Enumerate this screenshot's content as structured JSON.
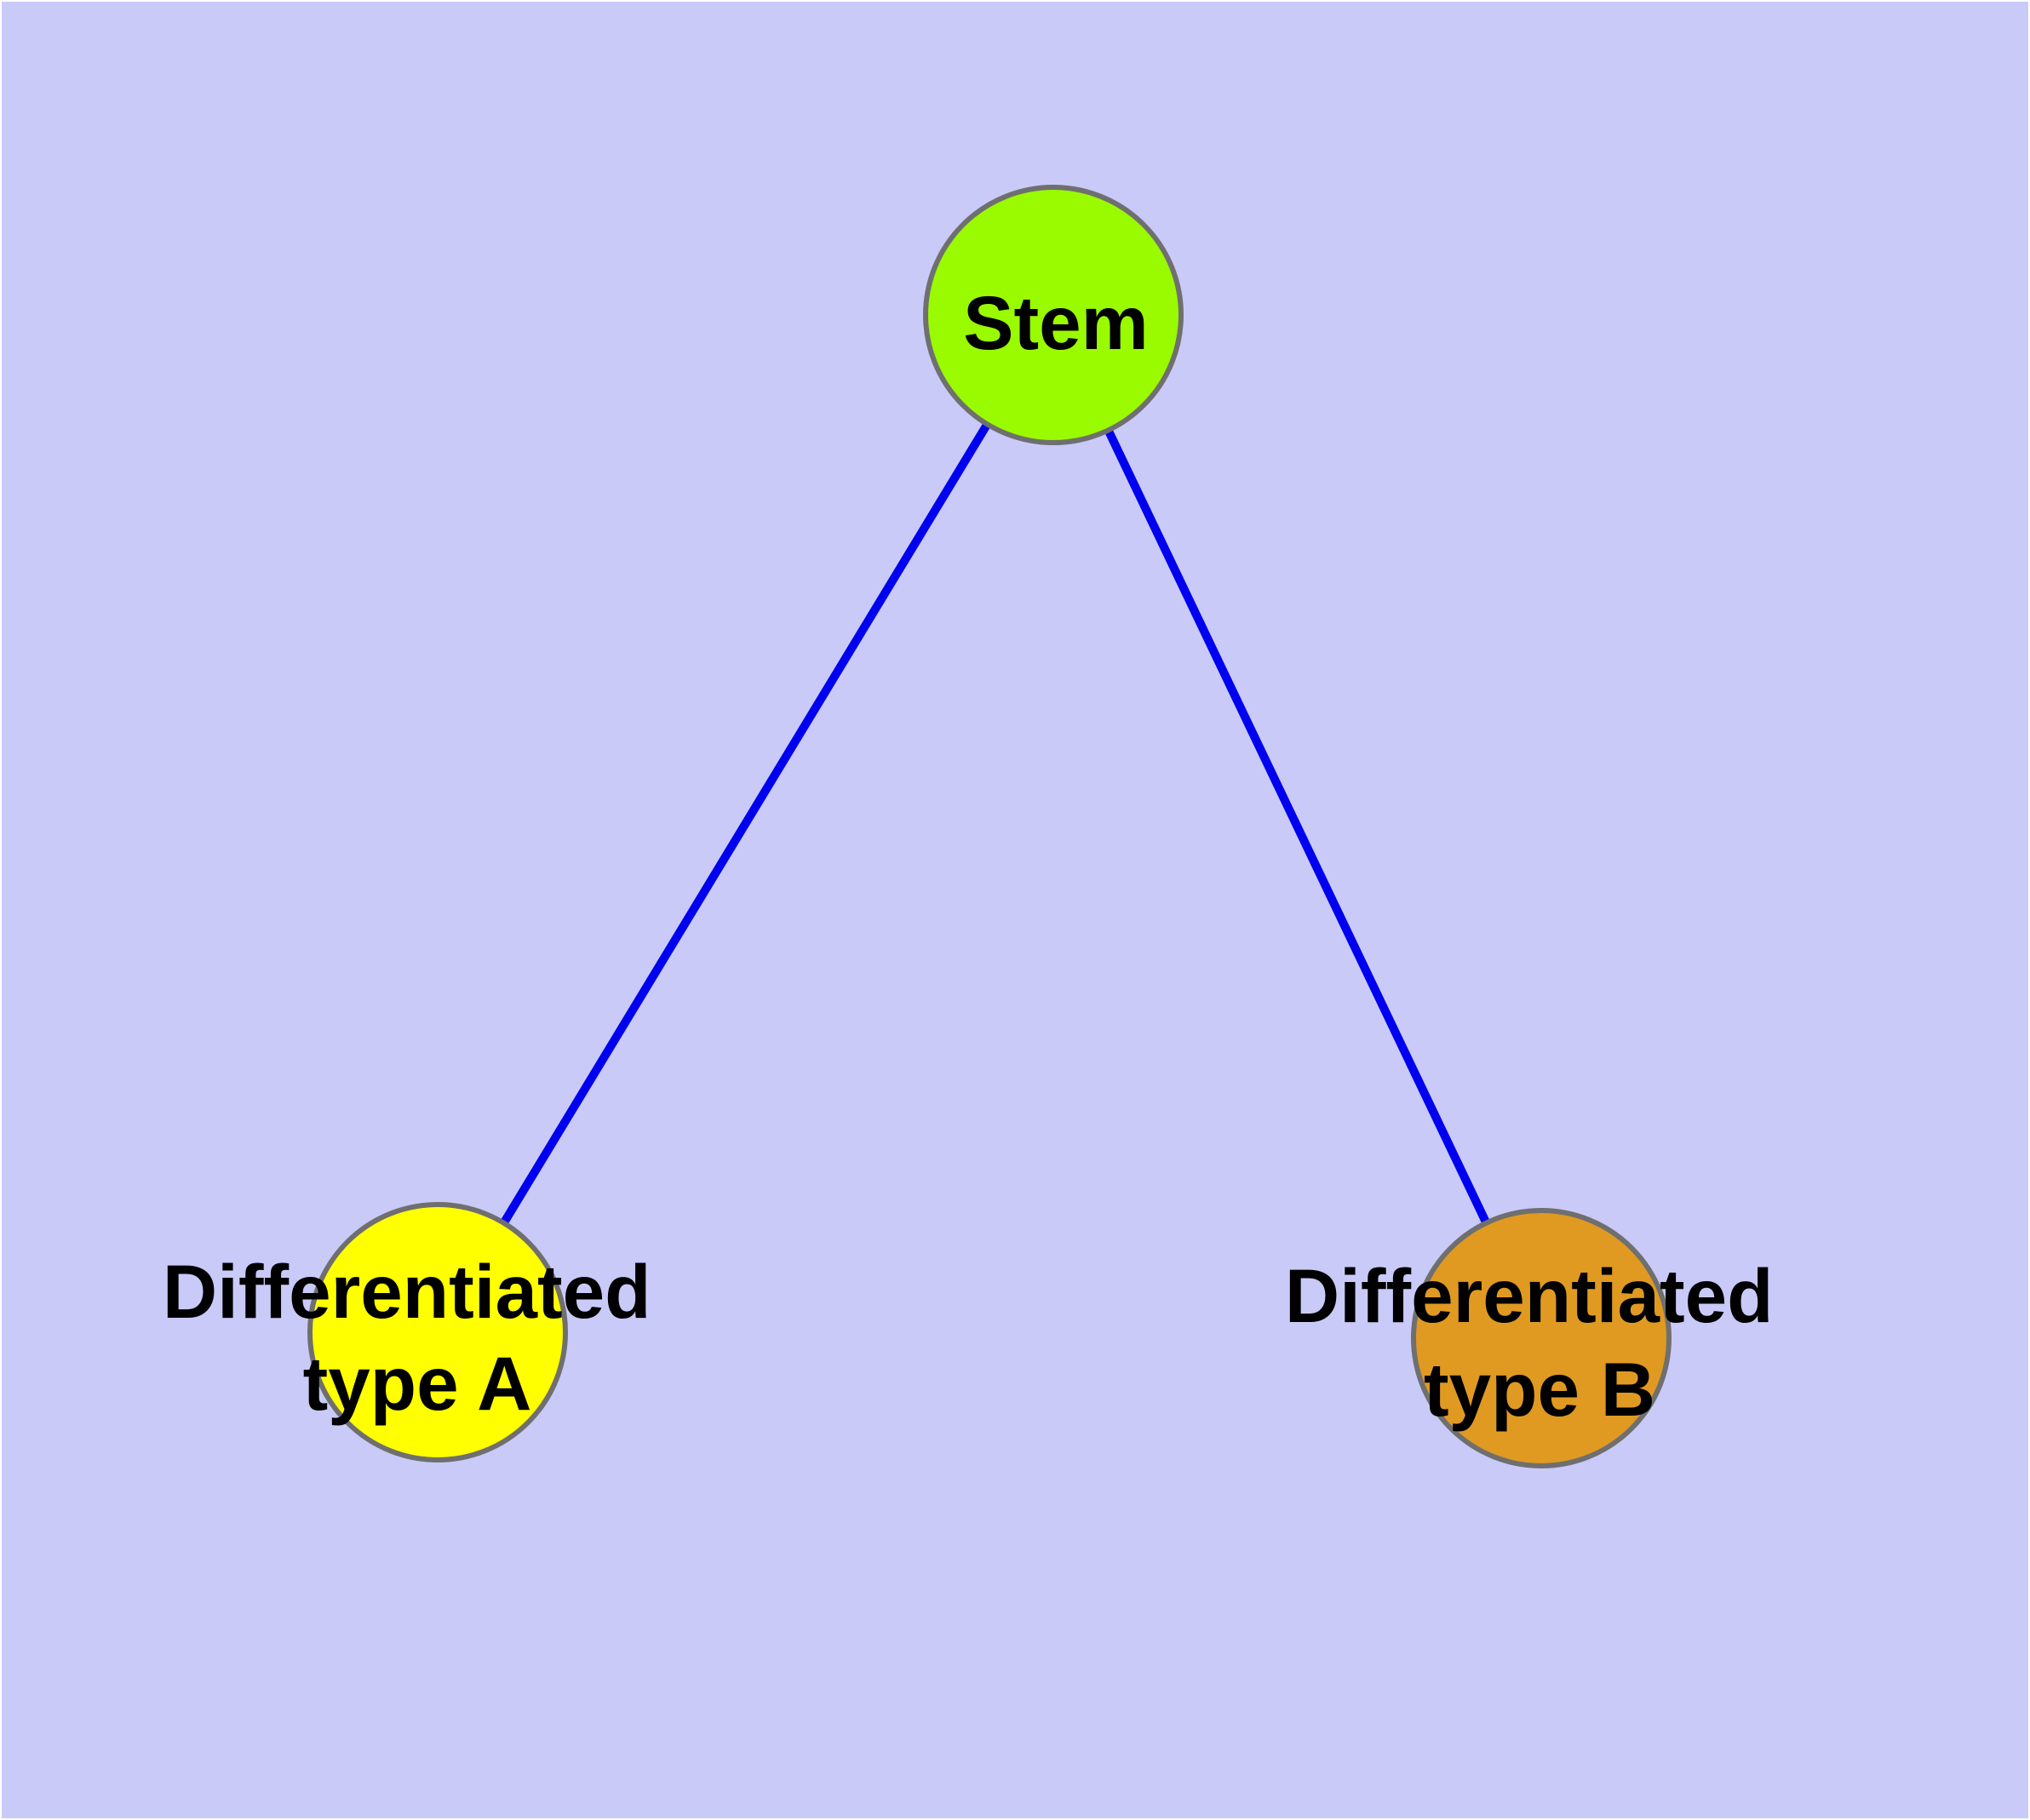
{
  "diagram": {
    "background_color": "#cacaf9",
    "frame_color": "#ffffff",
    "edge_color": "#0000f0",
    "node_border_color": "#6f6f6f",
    "label_color": "#000000",
    "nodes": [
      {
        "id": "stem",
        "label": "Stem",
        "label_lines": [
          "Stem"
        ],
        "color": "#9afa00"
      },
      {
        "id": "differentiated-type-a",
        "label": "Differentiated type A",
        "label_lines": [
          "Differentiated",
          "type A"
        ],
        "color": "#ffff00"
      },
      {
        "id": "differentiated-type-b",
        "label": "Differentiated type B",
        "label_lines": [
          "Differentiated",
          "type B"
        ],
        "color": "#e09a22"
      }
    ],
    "edges": [
      {
        "from": "Stem",
        "to": "Differentiated type A"
      },
      {
        "from": "Stem",
        "to": "Differentiated type B"
      }
    ]
  }
}
